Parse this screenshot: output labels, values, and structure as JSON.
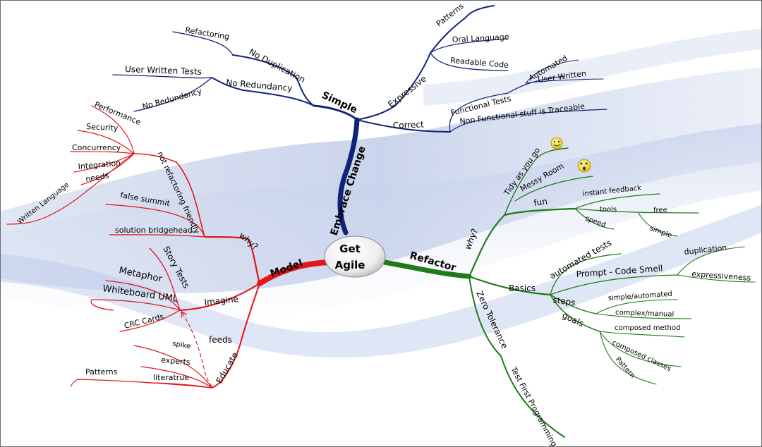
{
  "central": {
    "line1": "Get",
    "line2": "Agile"
  },
  "colors": {
    "blue": "#12237a",
    "red": "#e0181c",
    "green": "#1f7a17"
  },
  "branches": {
    "embrace_change": "Embrace Change",
    "simple": "Simple",
    "no_duplication": "No Duplication",
    "refactoring": "Refactoring",
    "no_redundancy": "No Redundancy",
    "user_written_tests": "User Written Tests",
    "no_redundancy_leaf": "No Redundancy",
    "expressive": "Expressive",
    "patterns": "Patterns",
    "oral_language": "Oral Language",
    "readable_code": "Readable Code",
    "correct": "Correct",
    "functional_tests": "Functional Tests",
    "automated": "Automated",
    "user_written": "User Written",
    "non_functional": "Non Functional stuff is Traceable",
    "model": "Model",
    "why_model": "why?",
    "not_refactoring_friendly": "not refactoring friendly",
    "performance": "Performance",
    "security": "Security",
    "concurrency": "Concurrency",
    "integration": "Integration",
    "needs": "needs",
    "written_language": "Written Language",
    "false_summit": "false summit",
    "solution_bridgehead": "solution bridgehead",
    "imagine": "Imagine",
    "story_tests": "Story Tests",
    "metaphor": "Metaphor",
    "whiteboard_uml": "Whiteboard UML",
    "crc_cards": "CRC Cards",
    "educate": "Educate",
    "feeds": "feeds",
    "spike": "spike",
    "experts": "experts",
    "literatrue": "literatrue",
    "patterns_red": "Patterns",
    "refactor": "Refactor",
    "why_refactor": "why?",
    "tidy": "Tidy as you go",
    "messy": "Messy Room",
    "fun": "fun",
    "instant_feedback": "instant feedback",
    "tools": "tools",
    "free": "free",
    "simple_leaf": "simple",
    "speed": "speed",
    "basics": "Basics",
    "automated_tests": "automated tests",
    "prompt_code_smell": "Prompt - Code Smell",
    "duplication": "duplication",
    "expressiveness": "expressiveness",
    "steps": "steps",
    "simple_automated": "simple/automated",
    "complex_manual": "complex/manual",
    "goals": "goals",
    "composed_method": "composed method",
    "composed_classes": "composed classes",
    "pattern": "Pattern",
    "zero_tolerance": "Zero Tolerance",
    "test_first": "Test First Programming"
  }
}
